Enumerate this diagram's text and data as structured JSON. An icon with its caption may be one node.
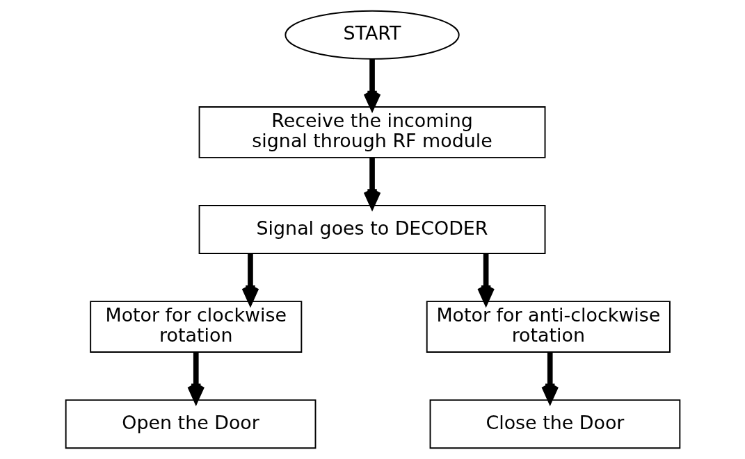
{
  "diagram": {
    "nodes": [
      {
        "text": [
          "START"
        ]
      },
      {
        "text": [
          "Receive the incoming signal through RF module"
        ]
      },
      {
        "text": [
          "Signal goes to DECODER"
        ]
      },
      {
        "text": [
          "Motor for clockwise rotation"
        ]
      },
      {
        "text": [
          "Motor for anti-clockwise rotation"
        ]
      },
      {
        "text": [
          "Open the Door"
        ]
      },
      {
        "text": [
          "Close the Door"
        ]
      }
    ],
    "edges": [
      {
        "from": 0,
        "to": 1,
        "arrow": "to"
      },
      {
        "from": 1,
        "to": 2,
        "arrow": "to"
      },
      {
        "from": 2,
        "to": 3,
        "arrow": "to"
      },
      {
        "from": 2,
        "to": 4,
        "arrow": "to"
      },
      {
        "from": 3,
        "to": 5,
        "arrow": "to"
      },
      {
        "from": 4,
        "to": 6,
        "arrow": "to"
      }
    ]
  }
}
